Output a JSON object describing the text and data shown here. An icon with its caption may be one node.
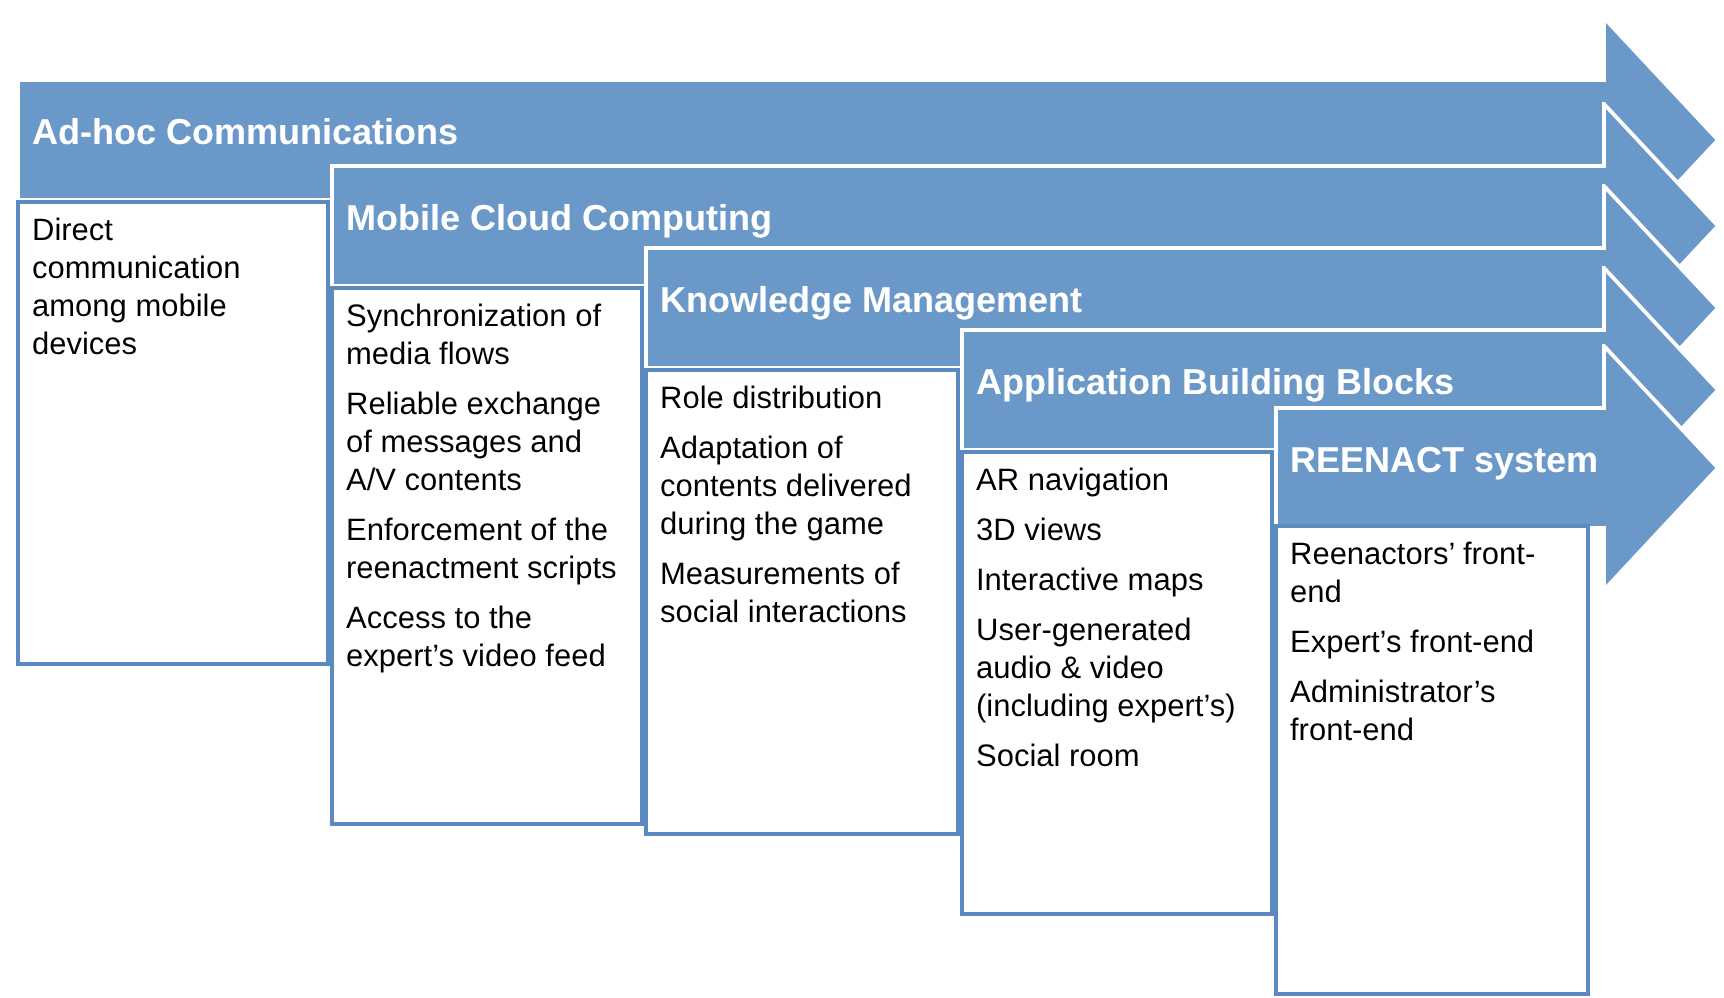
{
  "diagram": {
    "nodes": [
      {
        "text": [
          "Ad-hoc Communications"
        ]
      },
      {
        "text": [
          "Direct communication among mobile devices"
        ]
      },
      {
        "text": [
          "Mobile Cloud Computing"
        ]
      },
      {
        "text": [
          "Synchronization of media flows",
          "Reliable exchange of messages and A/V contents",
          "Enforcement of the reenactment scripts",
          "Access to the expert’s video feed"
        ]
      },
      {
        "text": [
          "Knowledge Management"
        ]
      },
      {
        "text": [
          "Role distribution",
          "Adaptation of contents delivered during the game",
          "Measurements of social interactions"
        ]
      },
      {
        "text": [
          "Application Building Blocks"
        ]
      },
      {
        "text": [
          "AR navigation",
          "3D views",
          "Interactive maps",
          "User-generated audio & video (including expert’s)",
          "Social room"
        ]
      },
      {
        "text": [
          "REENACT system"
        ]
      },
      {
        "text": [
          "Reenactors’ front-end",
          "Expert’s front-end",
          "Administrator’s front-end"
        ]
      }
    ]
  }
}
